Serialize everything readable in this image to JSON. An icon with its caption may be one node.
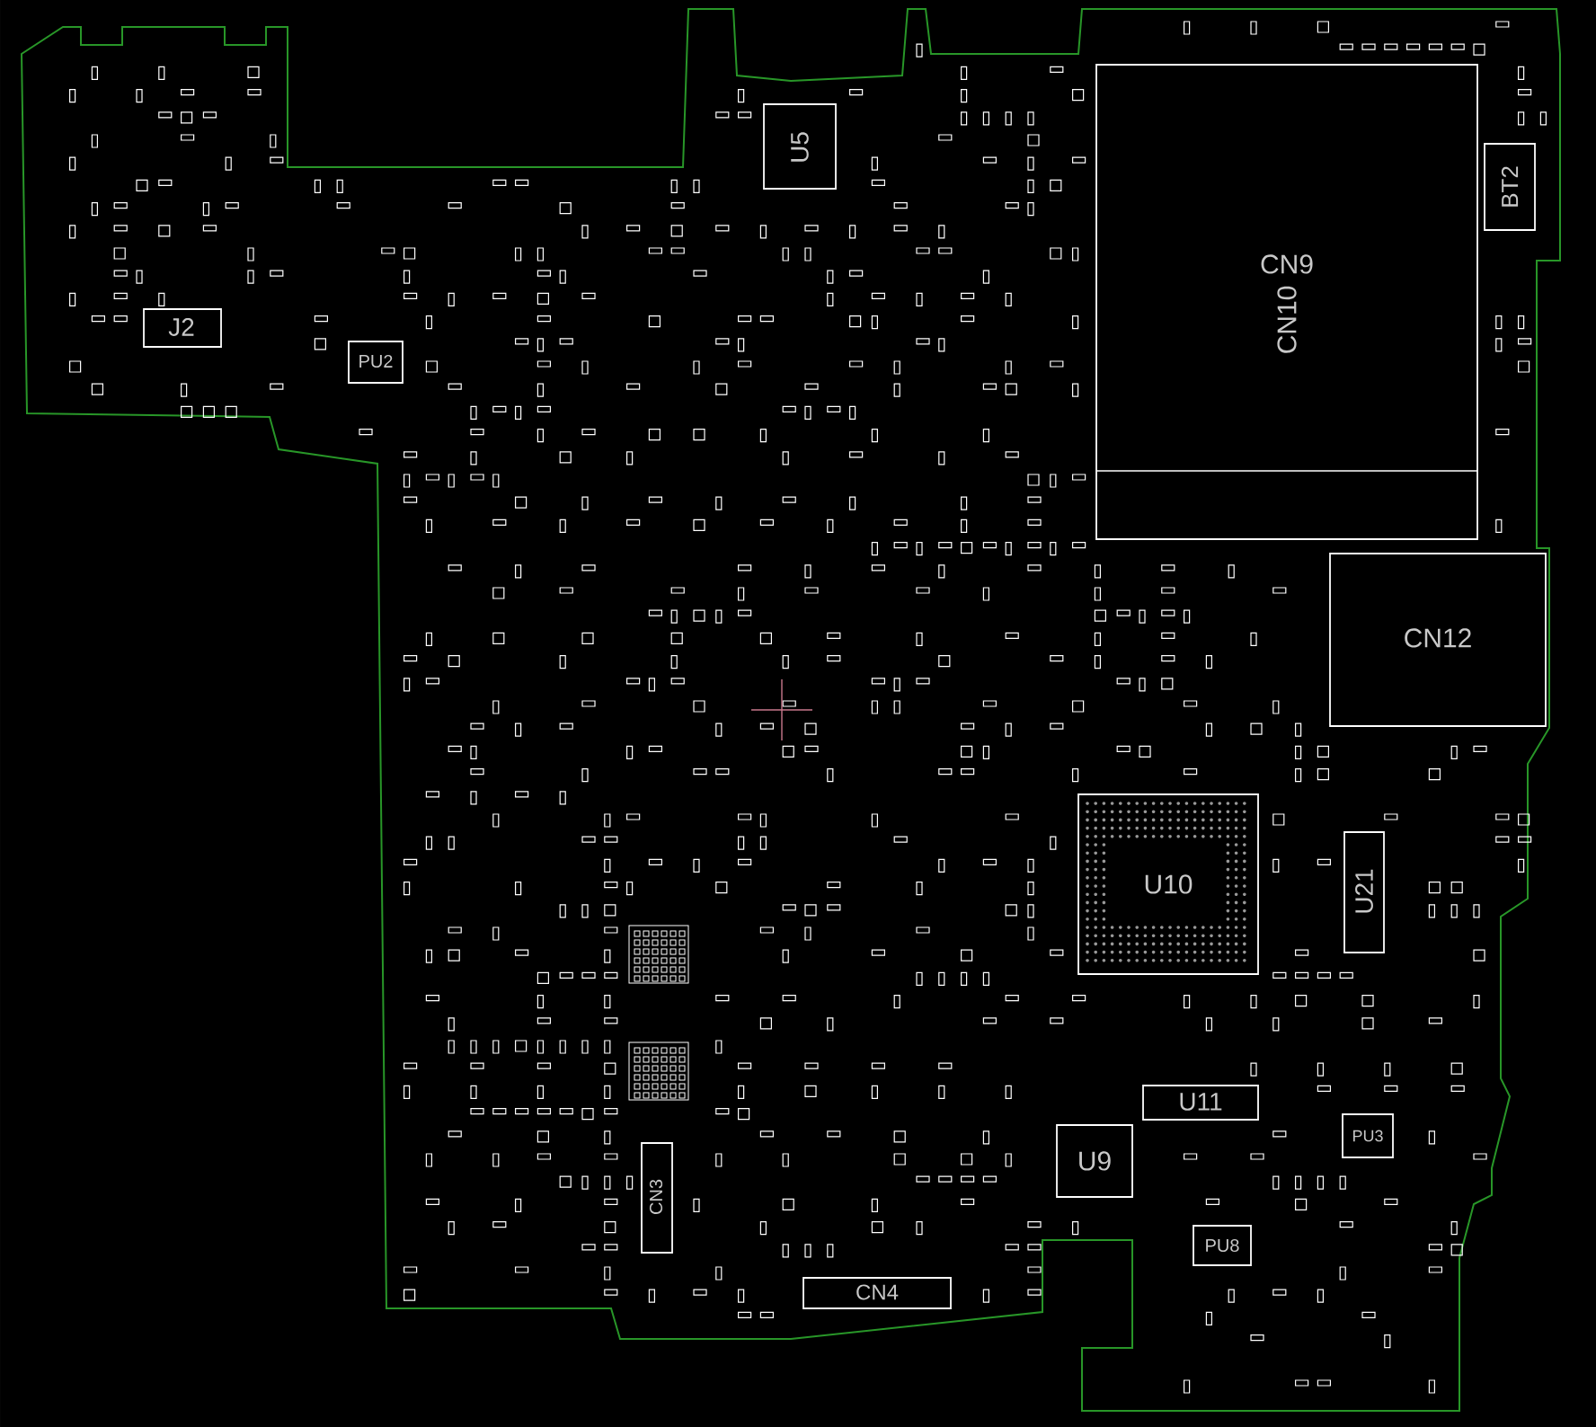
{
  "diagram": {
    "nodes": [
      {
        "text": [
          "U5"
        ]
      },
      {
        "text": [
          "BT2"
        ]
      },
      {
        "text": [
          "CN9",
          "CN10"
        ]
      },
      {
        "text": [
          "J2"
        ]
      },
      {
        "text": [
          "PU2"
        ]
      },
      {
        "text": [
          "CN12"
        ]
      },
      {
        "text": [
          "U10"
        ]
      },
      {
        "text": [
          "U21"
        ]
      },
      {
        "text": [
          "U11"
        ]
      },
      {
        "text": [
          "U9"
        ]
      },
      {
        "text": [
          "PU3"
        ]
      },
      {
        "text": [
          "CN3"
        ]
      },
      {
        "text": [
          "PU8"
        ]
      },
      {
        "text": [
          "CN4"
        ]
      }
    ]
  }
}
